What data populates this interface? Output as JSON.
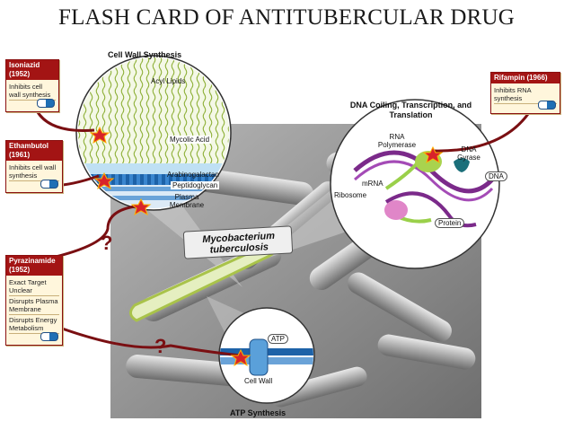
{
  "title": "FLASH CARD OF ANTITUBERCULAR DRUG",
  "drugs": {
    "isoniazid": {
      "name": "Isoniazid (1952)",
      "effects": [
        "Inhibits cell wall synthesis"
      ]
    },
    "ethambutol": {
      "name": "Ethambutol (1961)",
      "effects": [
        "Inhibits cell wall synthesis"
      ]
    },
    "pyrazinamide": {
      "name": "Pyrazinamide (1952)",
      "effects": [
        "Exact Target Unclear",
        "Disrupts Plasma Membrane",
        "Disrupts Energy Metabolism"
      ]
    },
    "rifampin": {
      "name": "Rifampin (1966)",
      "effects": [
        "Inhibits RNA synthesis"
      ]
    }
  },
  "cell_wall": {
    "title": "Cell Wall Synthesis",
    "acyl_lipids": "Acyl Lipids",
    "mycolic_acid": "Mycolic Acid",
    "arabinogalactan": "Arabinogalactan",
    "peptidoglycan": "Peptidoglycan",
    "plasma_membrane": "Plasma Membrane"
  },
  "dna": {
    "title": "DNA Coiling, Transcription, and Translation",
    "rna_polymerase": "RNA Polymerase",
    "dna_gyrase": "DNA Gyrase",
    "dna": "DNA",
    "mrna": "mRNA",
    "ribosome": "Ribosome",
    "protein": "Protein"
  },
  "organism": {
    "name": "Mycobacterium tuberculosis"
  },
  "atp": {
    "title": "ATP Synthesis",
    "atp": "ATP",
    "cell_wall": "Cell Wall"
  },
  "question_mark": "?",
  "colors": {
    "drug_header": "#a31414",
    "card_bg": "#fff6dc",
    "arrow": "#7a0f12",
    "star": "#d8232a"
  }
}
